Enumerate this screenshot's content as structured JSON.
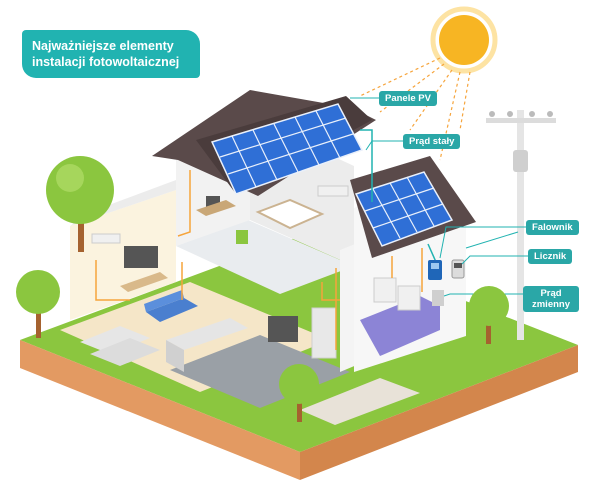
{
  "title": {
    "line1": "Najważniejsze elementy",
    "line2": "instalacji fotowoltaicznej"
  },
  "labels": {
    "panels": "Panele PV",
    "dc": "Prąd stały",
    "inverter": "Falownik",
    "meter": "Licznik",
    "ac": "Prąd zmienny"
  },
  "colors": {
    "accent": "#21b3b1",
    "grass": "#8bc63f",
    "soil": "#e39a62",
    "roof": "#5a4a4a",
    "panel": "#2f6fd6",
    "sun": "#f7b523",
    "wire": "#f6a43b"
  },
  "icons": [
    "sun-icon",
    "solar-panel-icon",
    "inverter-icon",
    "meter-icon",
    "power-pole-icon",
    "tree-icon"
  ]
}
